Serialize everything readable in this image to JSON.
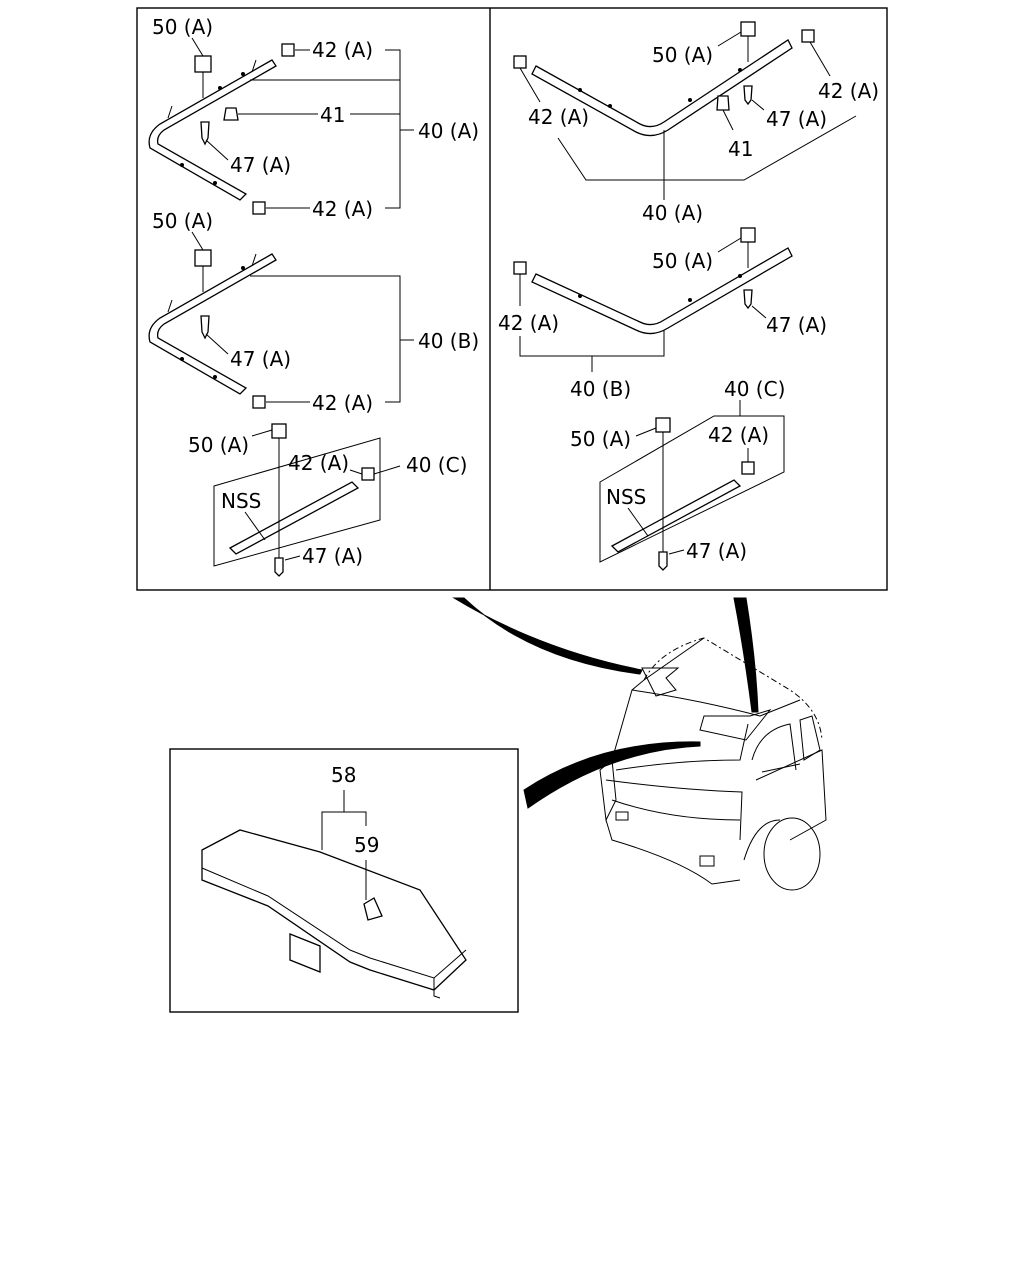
{
  "labels": {
    "l50A": "50 (A)",
    "l42A": "42 (A)",
    "l41": "41",
    "l40A": "40 (A)",
    "l47A": "47 (A)",
    "l40B": "40 (B)",
    "l40C": "40 (C)",
    "nss": "NSS",
    "l58": "58",
    "l59": "59"
  }
}
